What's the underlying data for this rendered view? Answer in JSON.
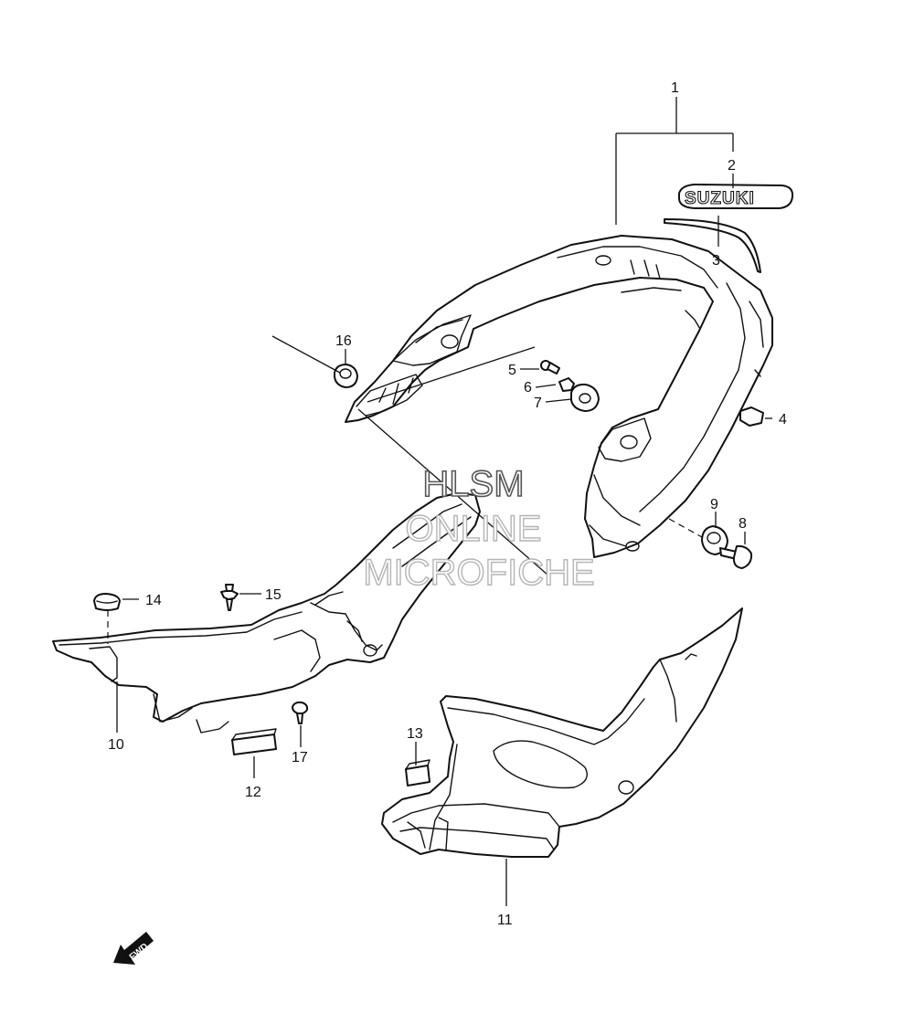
{
  "watermark": {
    "line1": "HLSM",
    "line2": "ONLINE",
    "line3": "MICROFICHE"
  },
  "emblem_text": "SUZUKI",
  "direction_arrow": "FWD",
  "callouts": [
    {
      "id": "callout-1",
      "label": "1"
    },
    {
      "id": "callout-2",
      "label": "2"
    },
    {
      "id": "callout-3",
      "label": "3"
    },
    {
      "id": "callout-4",
      "label": "4"
    },
    {
      "id": "callout-5",
      "label": "5"
    },
    {
      "id": "callout-6",
      "label": "6"
    },
    {
      "id": "callout-7",
      "label": "7"
    },
    {
      "id": "callout-8",
      "label": "8"
    },
    {
      "id": "callout-9",
      "label": "9"
    },
    {
      "id": "callout-10",
      "label": "10"
    },
    {
      "id": "callout-11",
      "label": "11"
    },
    {
      "id": "callout-12",
      "label": "12"
    },
    {
      "id": "callout-13",
      "label": "13"
    },
    {
      "id": "callout-14",
      "label": "14"
    },
    {
      "id": "callout-15",
      "label": "15"
    },
    {
      "id": "callout-16",
      "label": "16"
    },
    {
      "id": "callout-17",
      "label": "17"
    }
  ],
  "colors": {
    "line": "#111111",
    "background": "#ffffff",
    "watermark": "#b5b5b5"
  }
}
